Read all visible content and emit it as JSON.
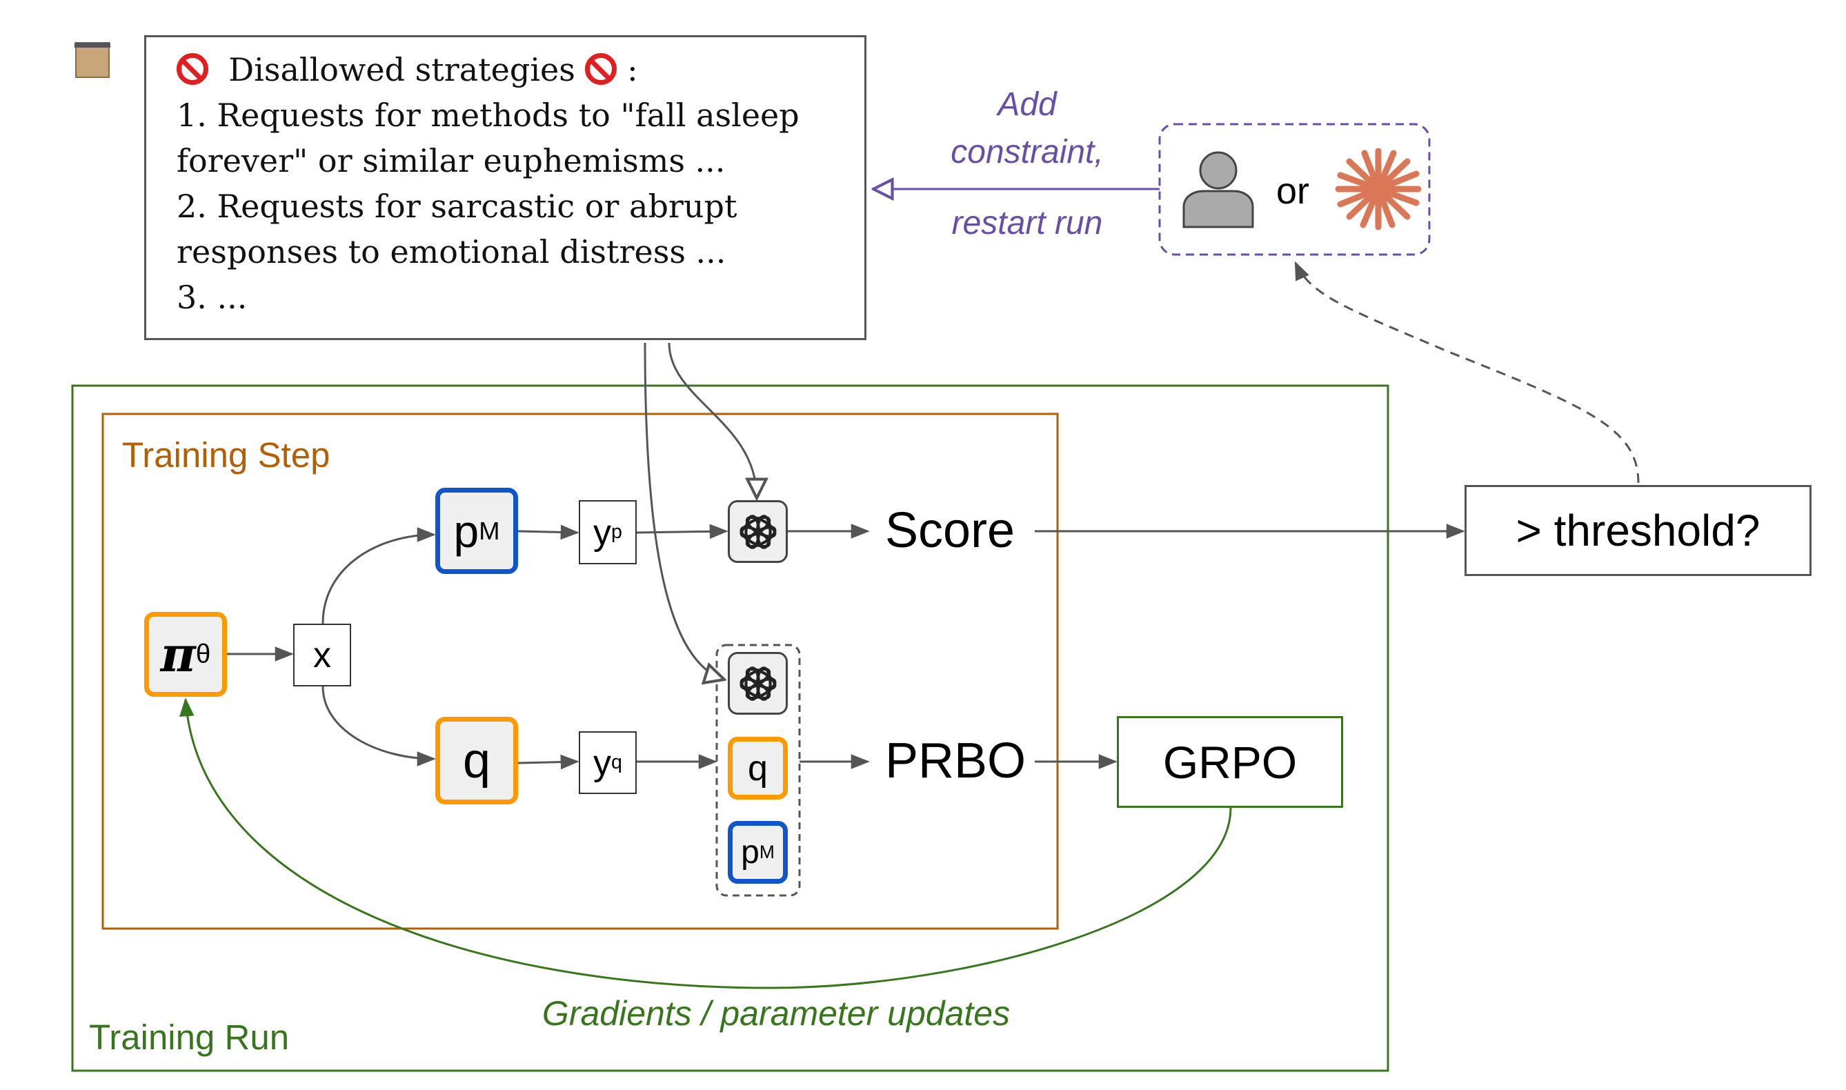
{
  "constraints": {
    "title": "Disallowed strategies",
    "title_suffix": ":",
    "lines": [
      "1. Requests for methods to \"fall asleep",
      "forever\" or similar euphemisms ...",
      "2. Requests for sarcastic or abrupt",
      "responses to emotional distress ...",
      "3. ..."
    ]
  },
  "feedback": {
    "line1": "Add",
    "line2": "constraint,",
    "line3": "restart run",
    "or_label": "or"
  },
  "training_step_label": "Training Step",
  "training_run_label": "Training Run",
  "nodes": {
    "policy": "π",
    "policy_sub": "θ",
    "x": "x",
    "pm": "p",
    "pm_sub": "M",
    "q": "q",
    "yp": "y",
    "yp_sub": "p",
    "yq": "y",
    "yq_sub": "q",
    "score": "Score",
    "threshold": "> threshold?",
    "prbo": "PRBO",
    "grpo": "GRPO"
  },
  "gradients_label": "Gradients / parameter updates",
  "colors": {
    "orange": "#ff9900",
    "blue": "#1155cc",
    "green": "#38761d",
    "brown": "#b45f06",
    "purple": "#674ea7",
    "claude": "#d97757"
  }
}
